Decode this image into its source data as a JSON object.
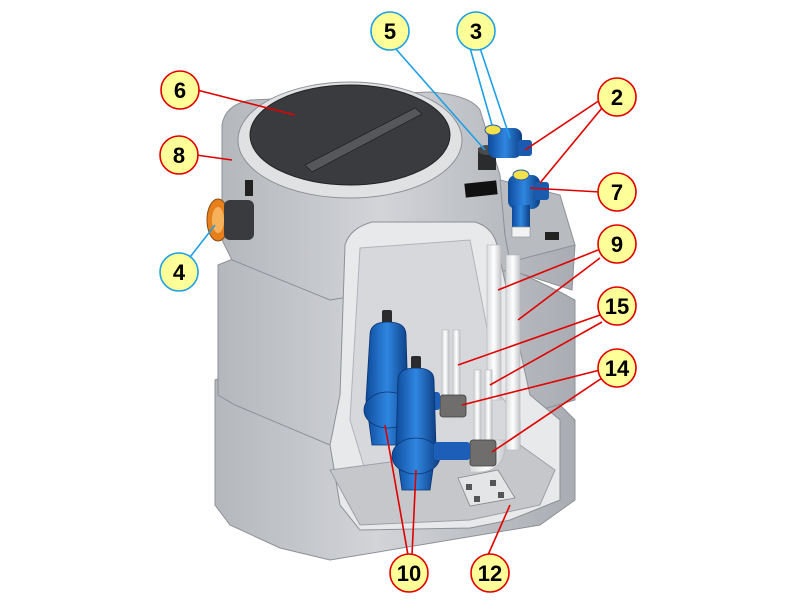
{
  "callouts": [
    {
      "id": "c2",
      "label": "2",
      "color": "#e00000"
    },
    {
      "id": "c3",
      "label": "3",
      "color": "#1ea0e6"
    },
    {
      "id": "c4",
      "label": "4",
      "color": "#1ea0e6"
    },
    {
      "id": "c5",
      "label": "5",
      "color": "#1ea0e6"
    },
    {
      "id": "c6",
      "label": "6",
      "color": "#e00000"
    },
    {
      "id": "c7",
      "label": "7",
      "color": "#e00000"
    },
    {
      "id": "c8",
      "label": "8",
      "color": "#e00000"
    },
    {
      "id": "c9",
      "label": "9",
      "color": "#e00000"
    },
    {
      "id": "c10",
      "label": "10",
      "color": "#e00000"
    },
    {
      "id": "c12",
      "label": "12",
      "color": "#e00000"
    },
    {
      "id": "c14",
      "label": "14",
      "color": "#e00000"
    },
    {
      "id": "c15",
      "label": "15",
      "color": "#e00000"
    }
  ],
  "colors": {
    "callout_fill": "#ffff99",
    "tank_body": "#c9cbd0",
    "tank_shadow": "#9fa2a8",
    "lid": "#3c3c3e",
    "pump_blue": "#1f6fc9",
    "inlet_orange": "#f39c2a"
  }
}
